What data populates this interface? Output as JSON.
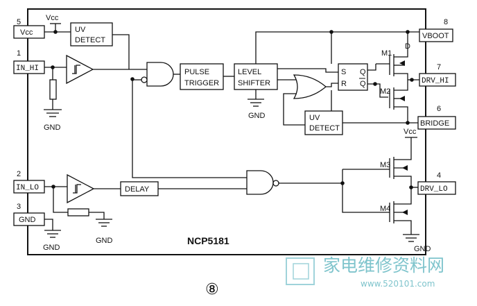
{
  "chip_name": "NCP5181",
  "figure_number": "⑧",
  "watermark": {
    "text": "家电维修资料网",
    "url": "www.520101.com"
  },
  "pins": {
    "p5": {
      "num": "5",
      "label": "Vcc"
    },
    "p1": {
      "num": "1",
      "label": "IN_HI"
    },
    "p2": {
      "num": "2",
      "label": "IN_LO"
    },
    "p3": {
      "num": "3",
      "label": "GND"
    },
    "p8": {
      "num": "8",
      "label": "VBOOT"
    },
    "p7": {
      "num": "7",
      "label": "DRV_HI"
    },
    "p6": {
      "num": "6",
      "label": "BRIDGE"
    },
    "p4": {
      "num": "4",
      "label": "DRV_LO"
    }
  },
  "blocks": {
    "uv_detect_top": [
      "UV",
      "DETECT"
    ],
    "pulse_trigger": [
      "PULSE",
      "TRIGGER"
    ],
    "level_shifter": [
      "LEVEL",
      "SHIFTER"
    ],
    "uv_detect_bottom": [
      "UV",
      "DETECT"
    ],
    "delay": "DELAY",
    "sr_latch": {
      "s": "S",
      "r": "R",
      "q": "Q",
      "qbar": "Q"
    }
  },
  "labels": {
    "vcc_top": "Vcc",
    "vcc_right": "Vcc",
    "gnd_left1": "GND",
    "gnd_shifter": "GND",
    "gnd_left2": "GND",
    "gnd_left3": "GND",
    "gnd_right": "GND",
    "m1": "M1",
    "m2": "M2",
    "m3": "M3",
    "m4": "M4",
    "d": "D"
  }
}
